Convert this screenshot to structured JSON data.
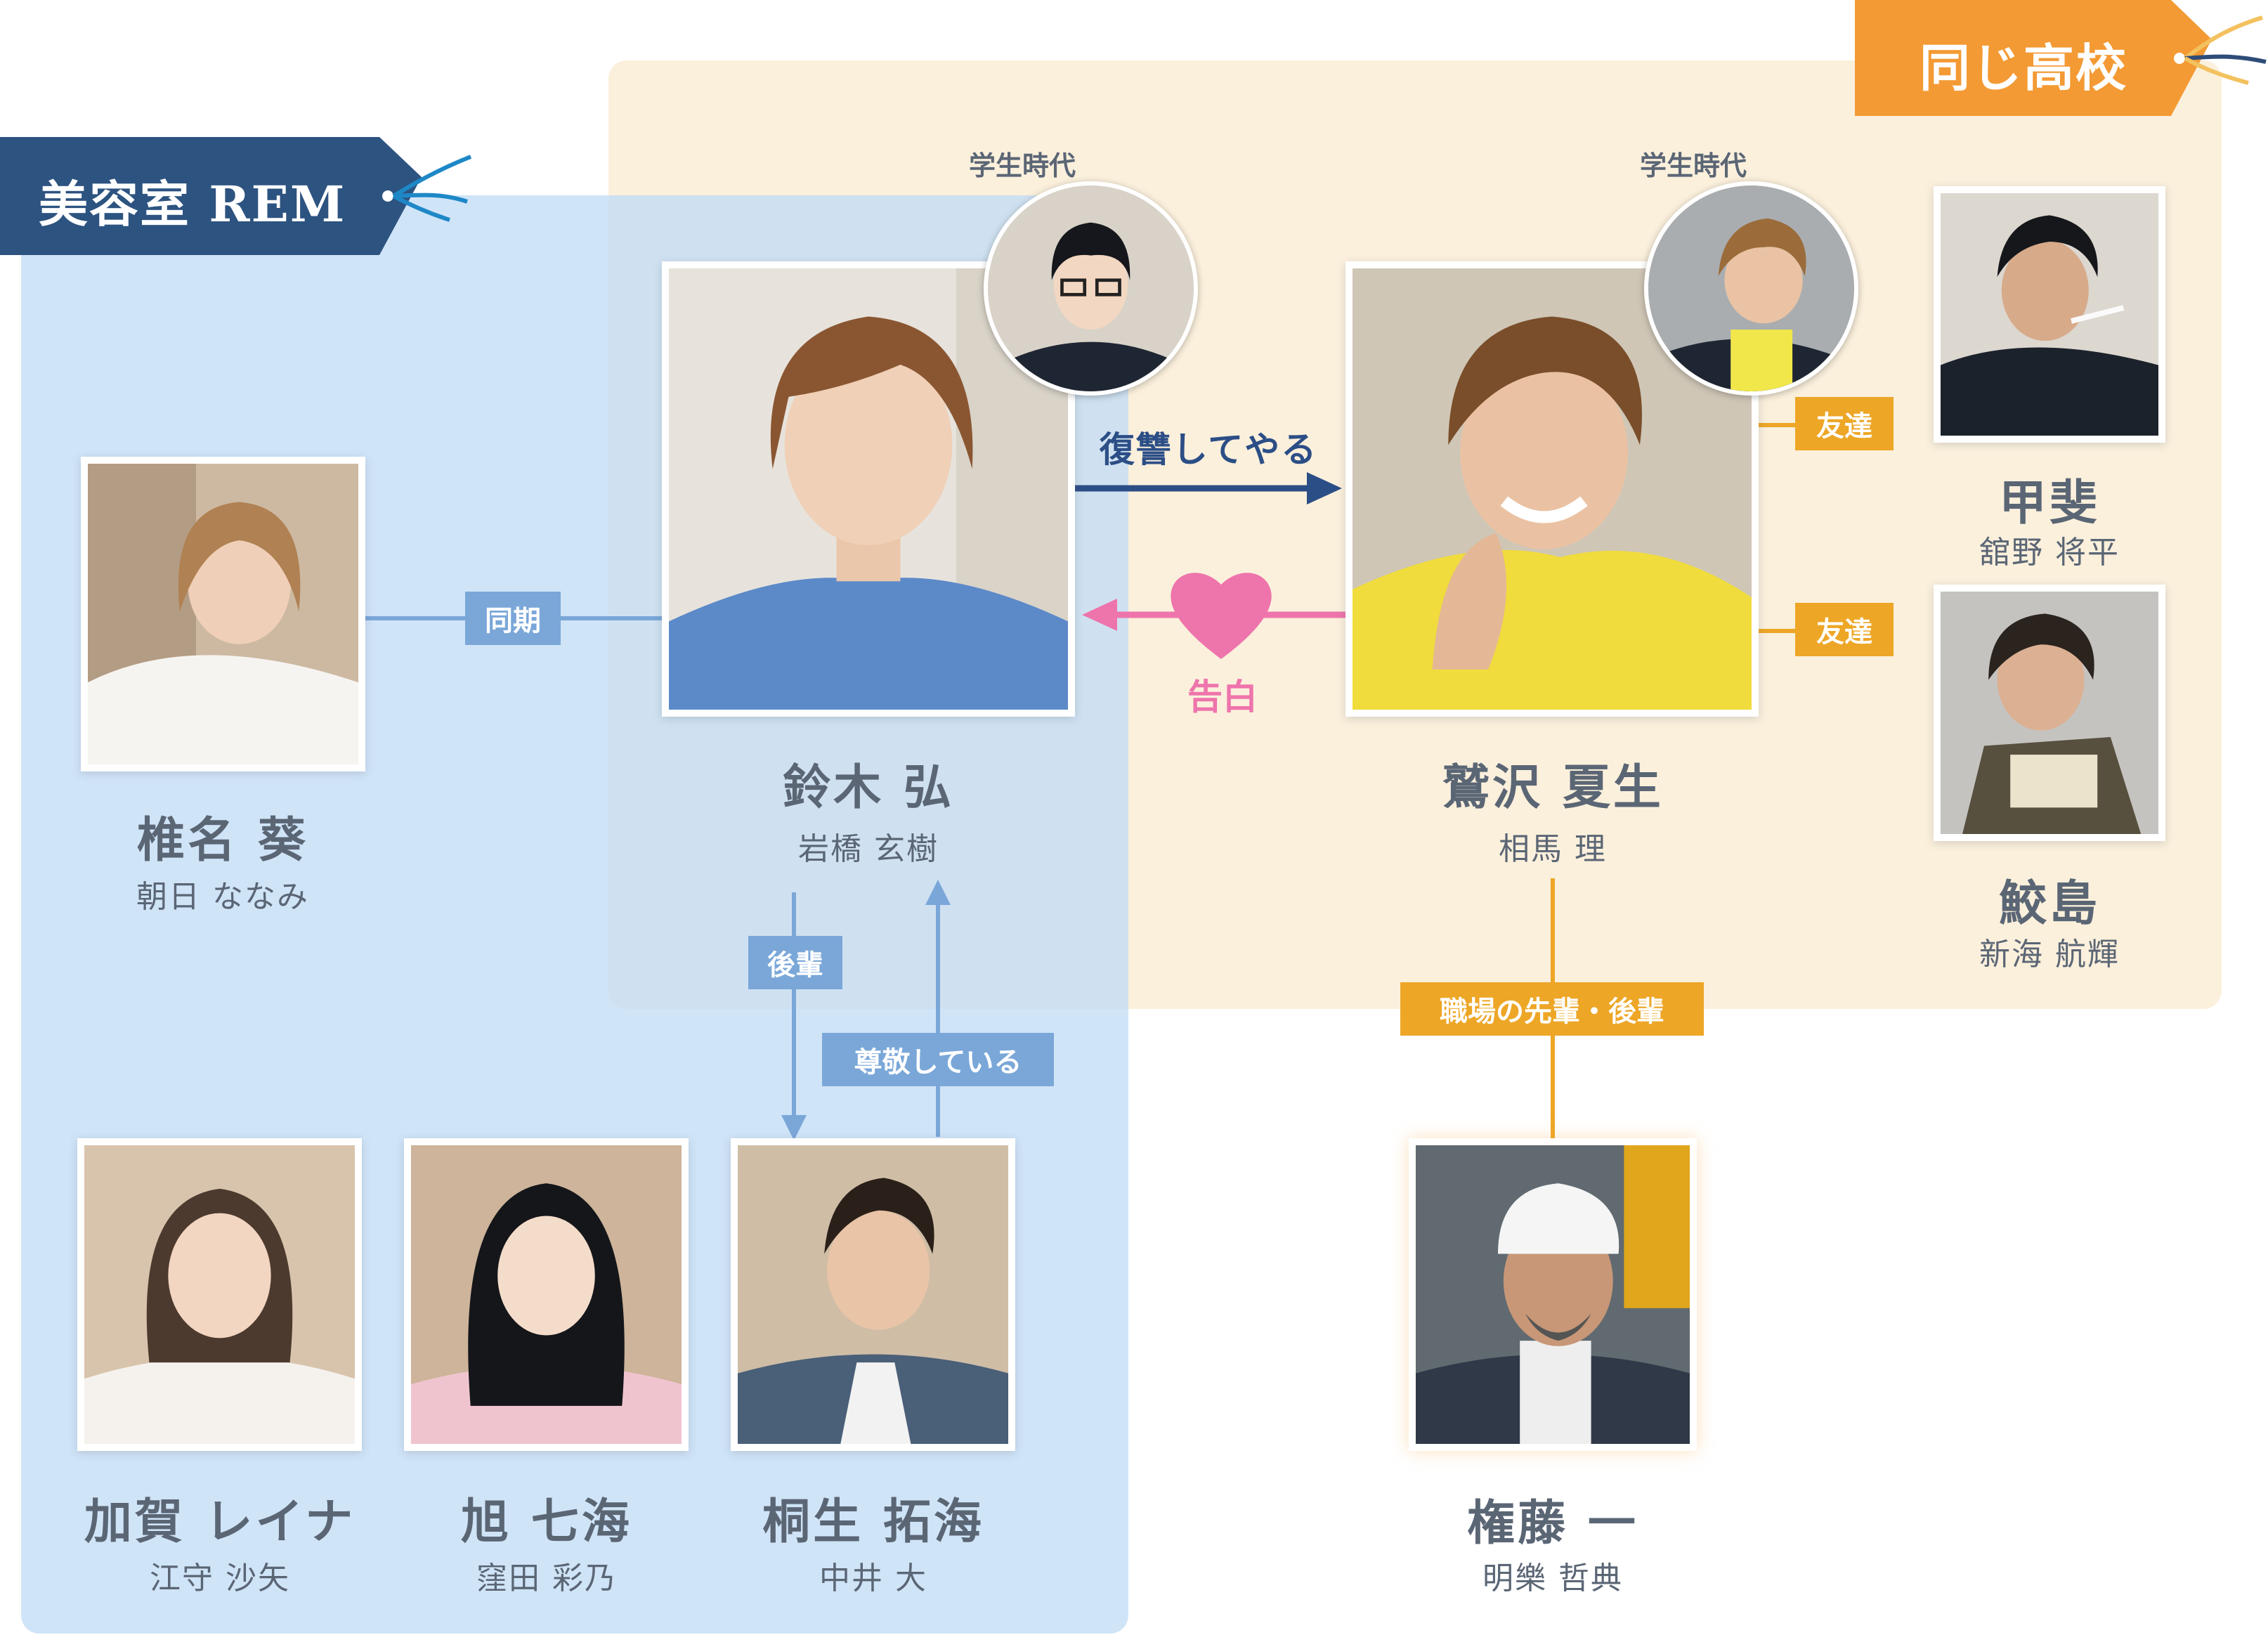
{
  "groups": {
    "school": {
      "label": "同じ高校",
      "color": "#f39a34"
    },
    "salon": {
      "label": "美容室 REM",
      "color": "#2d5380"
    }
  },
  "characters": {
    "suzuki": {
      "name": "鈴木 弘",
      "actor": "岩橋 玄樹",
      "student_label": "学生時代"
    },
    "washizawa": {
      "name": "鷲沢 夏生",
      "actor": "相馬 理",
      "student_label": "学生時代"
    },
    "shiina": {
      "name": "椎名 葵",
      "actor": "朝日 ななみ"
    },
    "kai": {
      "name": "甲斐",
      "actor": "舘野 将平"
    },
    "samejima": {
      "name": "鮫島",
      "actor": "新海 航輝"
    },
    "kaga": {
      "name": "加賀 レイナ",
      "actor": "江守 沙矢"
    },
    "asahi": {
      "name": "旭 七海",
      "actor": "窪田 彩乃"
    },
    "kiryu": {
      "name": "桐生 拓海",
      "actor": "中井 大"
    },
    "gondo": {
      "name": "権藤 一",
      "actor": "明樂 哲典"
    }
  },
  "relations": {
    "revenge": "復讐してやる",
    "confession": "告白",
    "same_year": "同期",
    "junior": "後輩",
    "respect": "尊敬している",
    "friend_kai": "友達",
    "friend_samejima": "友達",
    "work": "職場の先輩・後輩"
  },
  "colors": {
    "blue_line": "#7aa7d8",
    "orange_line": "#eda626",
    "navy_arrow": "#2c4e86",
    "pink_arrow": "#ee74ac"
  }
}
